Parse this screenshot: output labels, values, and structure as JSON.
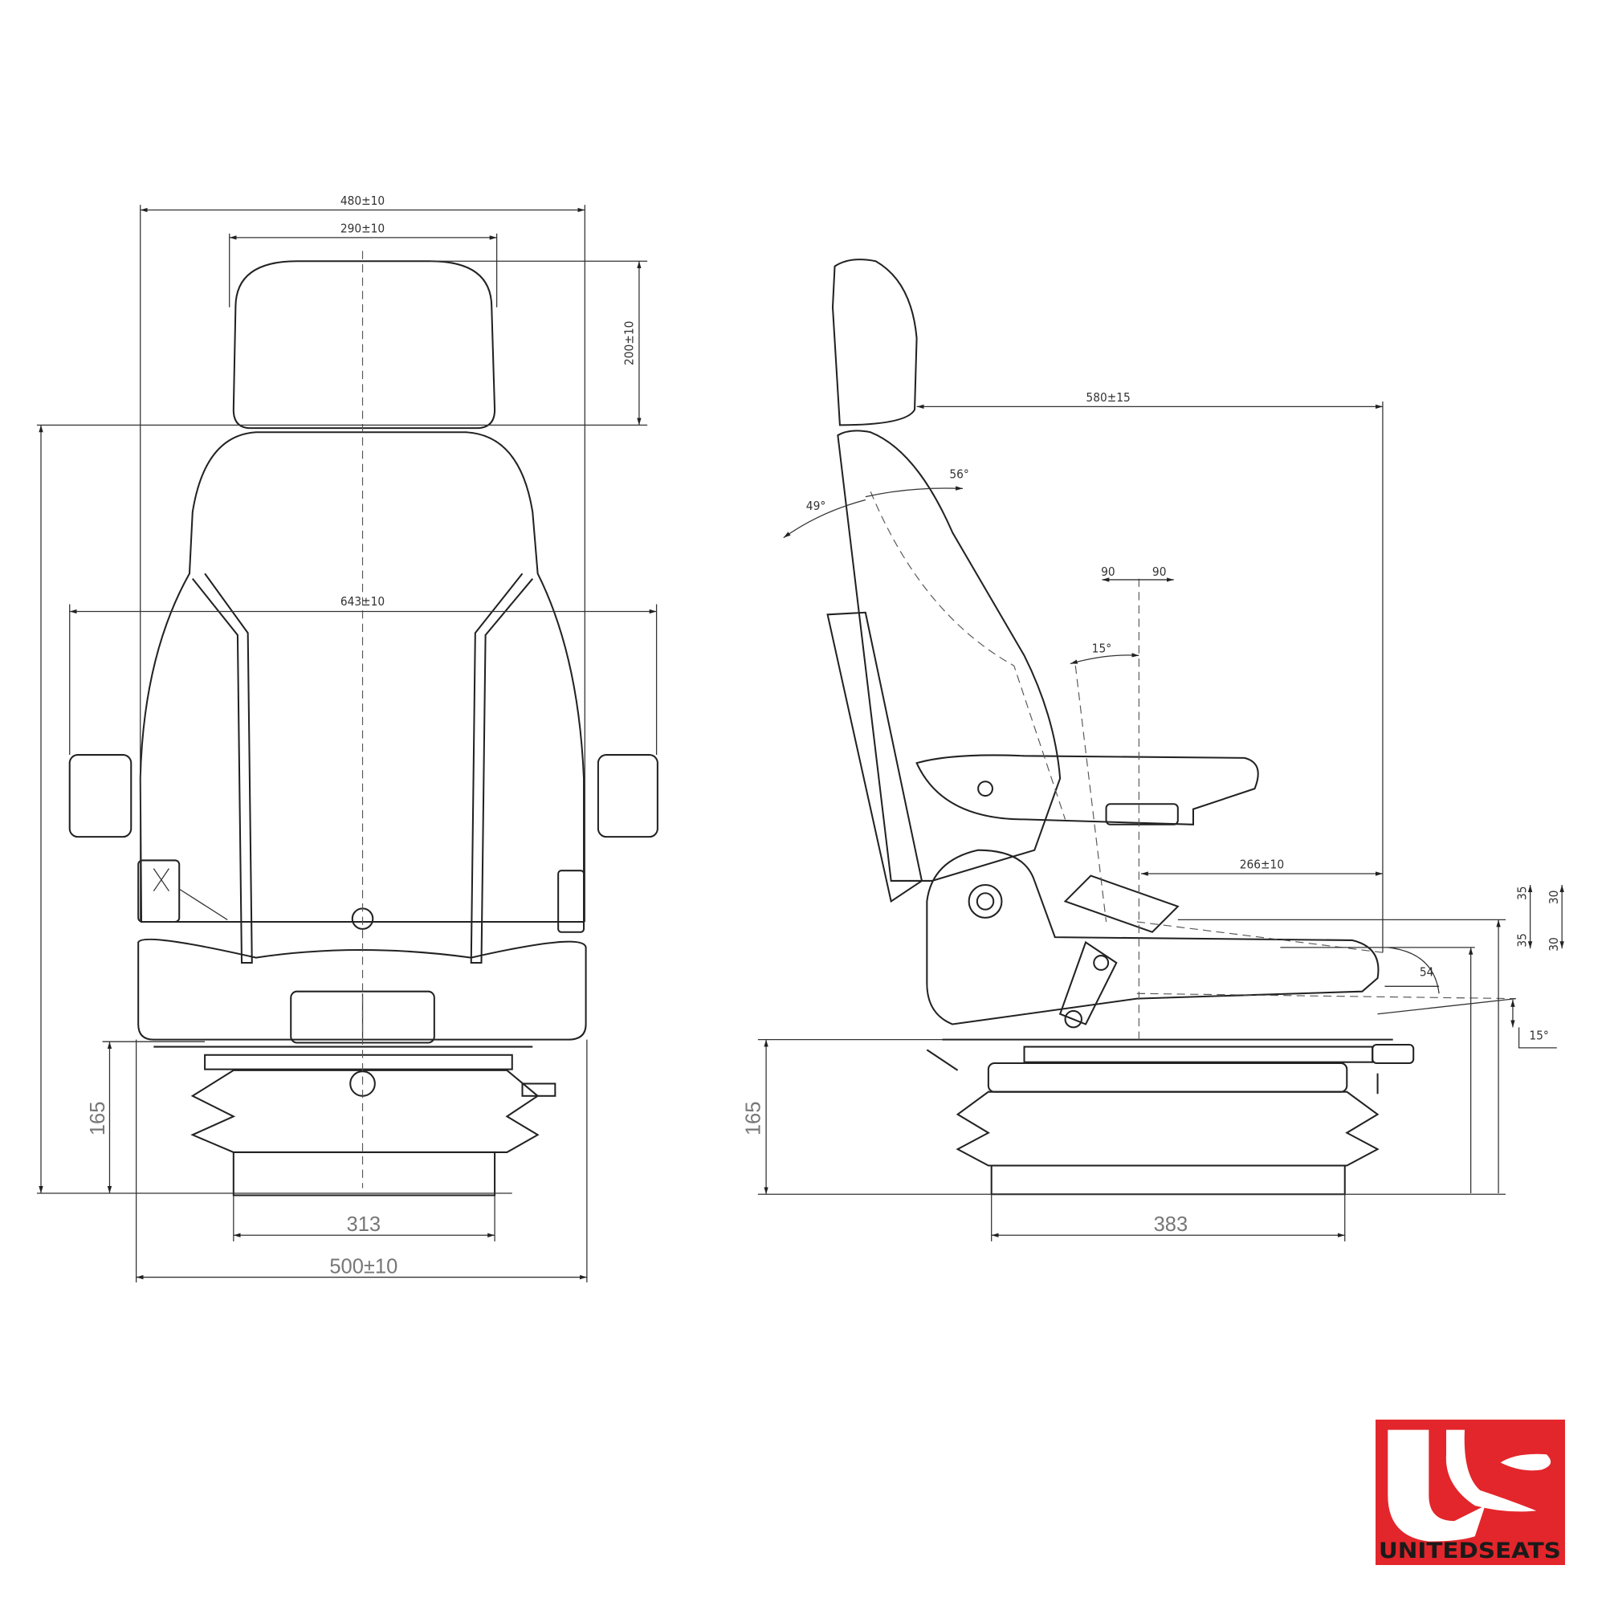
{
  "front_view": {
    "width_back": "480±10",
    "width_headrest": "290±10",
    "height_headrest": "200±10",
    "width_armrests": "643±10",
    "height_suspension": "165",
    "width_base": "313",
    "width_total": "500±10"
  },
  "side_view": {
    "depth_total": "580±15",
    "angle_back_fwd": "56°",
    "angle_back_rear": "49°",
    "armrest_left": "90",
    "armrest_right": "90",
    "angle_armrest": "15°",
    "depth_cushion": "266±10",
    "cushion_height_up": "35",
    "cushion_height_down": "35",
    "tilt_up": "30",
    "tilt_down": "30",
    "cushion_offset": "54",
    "angle_tilt": "15°",
    "height_suspension": "165",
    "depth_base": "383"
  },
  "logo": {
    "brand": "UNITEDSEATS",
    "color": "#e3262b"
  }
}
